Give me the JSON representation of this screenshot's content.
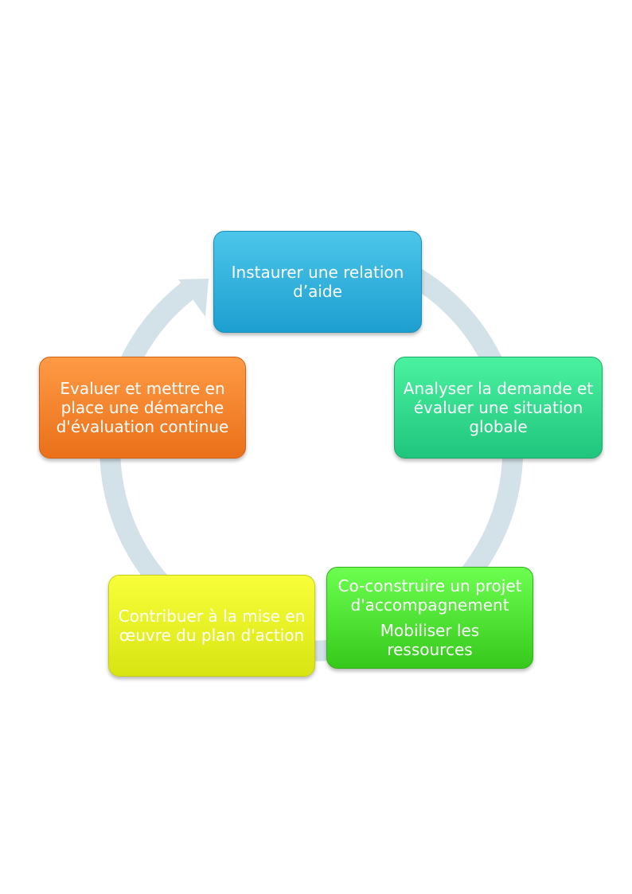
{
  "colors": {
    "ring": "#d3e1e8",
    "step_1": "#2db3de",
    "step_2": "#2bd88b",
    "step_3": "#4bde2c",
    "step_4": "#e8f227",
    "step_5": "#f3812c"
  },
  "steps": [
    {
      "lines": [
        "Instaurer une relation d’aide"
      ]
    },
    {
      "lines": [
        "Analyser la demande et évaluer une situation globale"
      ]
    },
    {
      "lines": [
        "Co-construire un projet d'accompagnement",
        "Mobiliser les ressources"
      ]
    },
    {
      "lines": [
        "Contribuer à la mise en œuvre du plan d'action"
      ]
    },
    {
      "lines": [
        "Evaluer et mettre en place une démarche d'évaluation continue"
      ]
    }
  ]
}
